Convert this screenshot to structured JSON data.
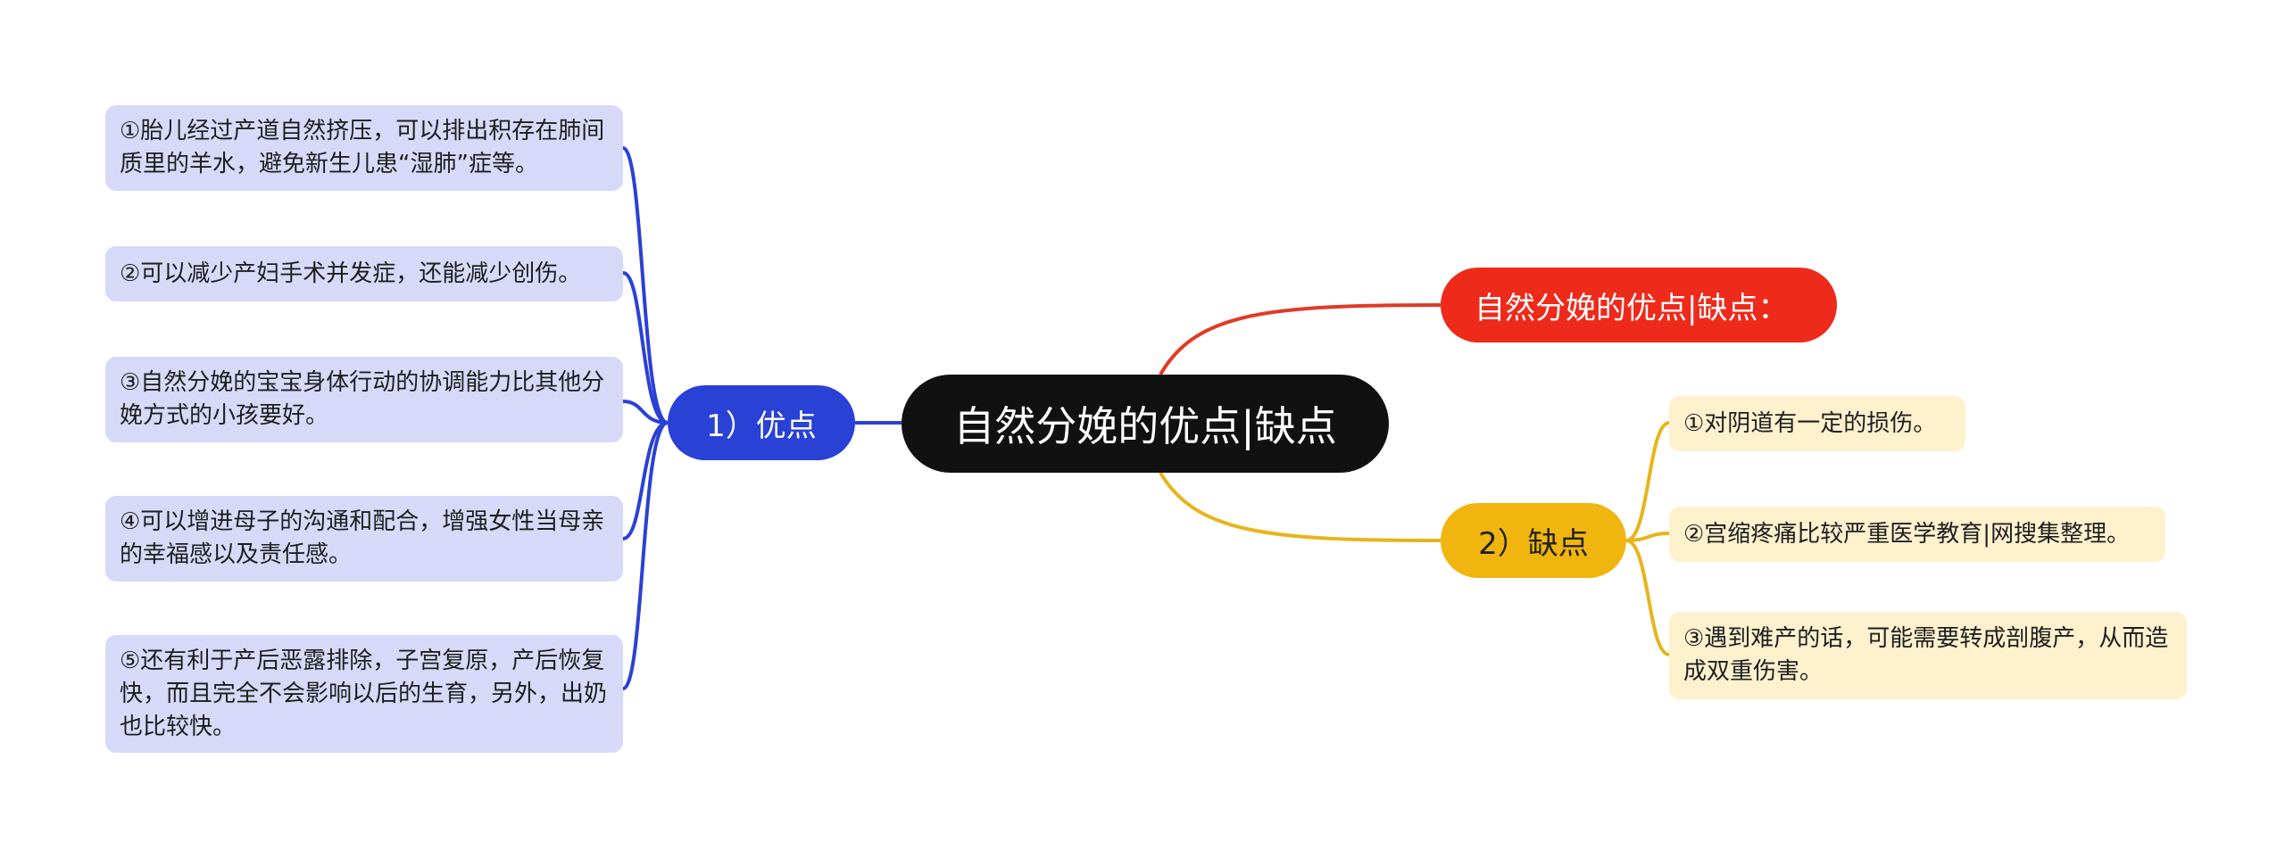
{
  "root": {
    "label": "自然分娩的优点|缺点"
  },
  "title_node": {
    "label": "自然分娩的优点|缺点："
  },
  "advantages": {
    "label": "1）优点",
    "items": [
      "①胎儿经过产道自然挤压，可以排出积存在肺间质里的羊水，避免新生儿患“湿肺”症等。",
      "②可以减少产妇手术并发症，还能减少创伤。",
      "③自然分娩的宝宝身体行动的协调能力比其他分娩方式的小孩要好。",
      "④可以增进母子的沟通和配合，增强女性当母亲的幸福感以及责任感。",
      "⑤还有利于产后恶露排除，子宫复原，产后恢复快，而且完全不会影响以后的生育，另外，出奶也比较快。"
    ]
  },
  "disadvantages": {
    "label": "2）缺点",
    "items": [
      "①对阴道有一定的损伤。",
      "②宫缩疼痛比较严重医学教育|网搜集整理。",
      "③遇到难产的话，可能需要转成剖腹产，从而造成双重伤害。"
    ]
  },
  "colors": {
    "root": "#111111",
    "advantages": "#2a41d6",
    "title": "#ee2a1b",
    "disadvantages": "#f0b50e",
    "adv_leaf_bg": "#d6daf8",
    "dis_leaf_bg": "#fdf1ce"
  }
}
